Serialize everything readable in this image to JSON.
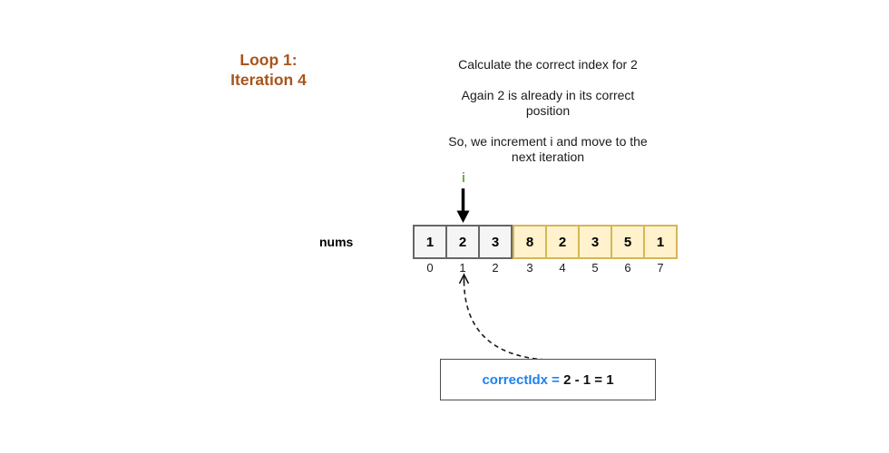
{
  "title": {
    "line1": "Loop 1:",
    "line2": "Iteration 4"
  },
  "description": {
    "paragraphs": [
      {
        "lines": [
          "Calculate the correct index for 2"
        ]
      },
      {
        "lines": [
          "Again 2 is already in its correct",
          "position"
        ]
      },
      {
        "lines": [
          "So, we increment i and move to the",
          "next iteration"
        ]
      }
    ]
  },
  "array": {
    "name": "nums",
    "cells": [
      {
        "value": "1",
        "index": "0",
        "style": "gray"
      },
      {
        "value": "2",
        "index": "1",
        "style": "gray"
      },
      {
        "value": "3",
        "index": "2",
        "style": "gray"
      },
      {
        "value": "8",
        "index": "3",
        "style": "yellow"
      },
      {
        "value": "2",
        "index": "4",
        "style": "yellow"
      },
      {
        "value": "3",
        "index": "5",
        "style": "yellow"
      },
      {
        "value": "5",
        "index": "6",
        "style": "yellow"
      },
      {
        "value": "1",
        "index": "7",
        "style": "yellow"
      }
    ]
  },
  "pointer": {
    "label": "i",
    "points_to_index": "1"
  },
  "calc": {
    "lhs": "correctIdx = ",
    "rhs": "2 - 1 = 1"
  },
  "colors": {
    "title_text": "#A8541B",
    "pointer_green": "#70AD47",
    "correctidx_blue": "#1E82F0",
    "cell_gray_fill": "#F5F5F5",
    "cell_gray_stroke": "#666666",
    "cell_yellow_fill": "#FFF2CC",
    "cell_yellow_stroke": "#D6B656",
    "arrow_black": "#000000"
  }
}
